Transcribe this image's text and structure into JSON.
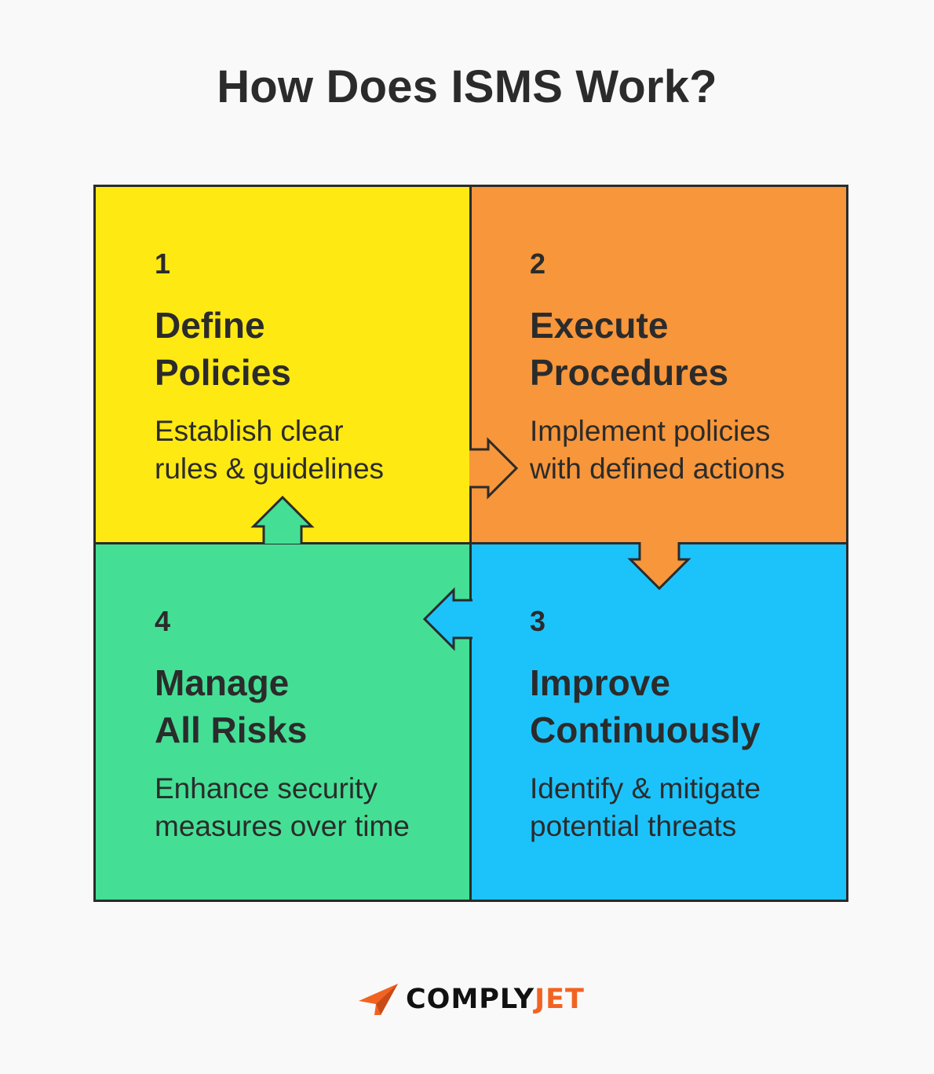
{
  "title": "How Does ISMS Work?",
  "colors": {
    "background": "#f9f9f9",
    "q1": "#fee913",
    "q2": "#f7963a",
    "q3": "#1cc3fb",
    "q4": "#44df95",
    "outline": "#2b2b2b",
    "brand_accent": "#f26322"
  },
  "quadrants": [
    {
      "number": "1",
      "heading_line1": "Define",
      "heading_line2": "Policies",
      "desc_line1": "Establish clear",
      "desc_line2": "rules & guidelines"
    },
    {
      "number": "2",
      "heading_line1": "Execute",
      "heading_line2": "Procedures",
      "desc_line1": "Implement policies",
      "desc_line2": "with defined actions"
    },
    {
      "number": "3",
      "heading_line1": "Improve",
      "heading_line2": "Continuously",
      "desc_line1": "Identify & mitigate",
      "desc_line2": "potential threats"
    },
    {
      "number": "4",
      "heading_line1": "Manage",
      "heading_line2": "All Risks",
      "desc_line1": "Enhance security",
      "desc_line2": "measures over time"
    }
  ],
  "logo": {
    "part1": "COMPLY",
    "part2": "JET",
    "icon": "paper-plane-icon"
  }
}
